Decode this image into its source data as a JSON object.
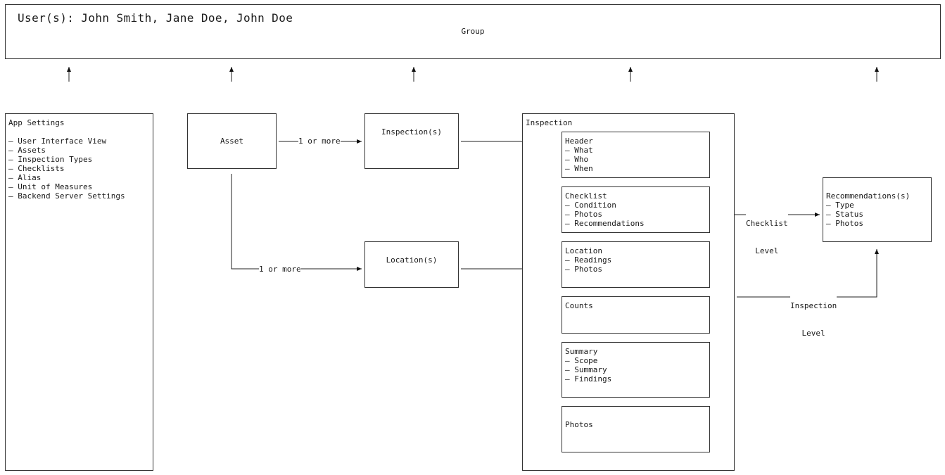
{
  "group": {
    "users_text": "User(s): John Smith, Jane Doe, John Doe",
    "label": "Group"
  },
  "app_settings": {
    "title": "App Settings",
    "items": [
      "User Interface View",
      "Assets",
      "Inspection Types",
      "Checklists",
      "Alias",
      "Unit of Measures",
      "Backend Server Settings"
    ]
  },
  "asset": {
    "title": "Asset"
  },
  "inspections_box": {
    "title": "Inspection(s)"
  },
  "locations_box": {
    "title": "Location(s)"
  },
  "edges": {
    "asset_to_inspections": "1 or more",
    "asset_to_locations": "1 or more",
    "checklist_level": [
      "Checklist",
      "Level"
    ],
    "inspection_level": [
      "Inspection",
      "Level"
    ]
  },
  "inspection": {
    "title": "Inspection",
    "header": {
      "title": "Header",
      "items": [
        "What",
        "Who",
        "When"
      ]
    },
    "checklist": {
      "title": "Checklist",
      "items": [
        "Condition",
        "Photos",
        "Recommendations"
      ]
    },
    "location": {
      "title": "Location",
      "items": [
        "Readings",
        "Photos"
      ]
    },
    "counts": {
      "title": "Counts"
    },
    "summary": {
      "title": "Summary",
      "items": [
        "Scope",
        "Summary",
        "Findings"
      ]
    },
    "photos": {
      "title": "Photos"
    }
  },
  "recommendations": {
    "title": "Recommendations(s)",
    "items": [
      "Type",
      "Status",
      "Photos"
    ]
  }
}
